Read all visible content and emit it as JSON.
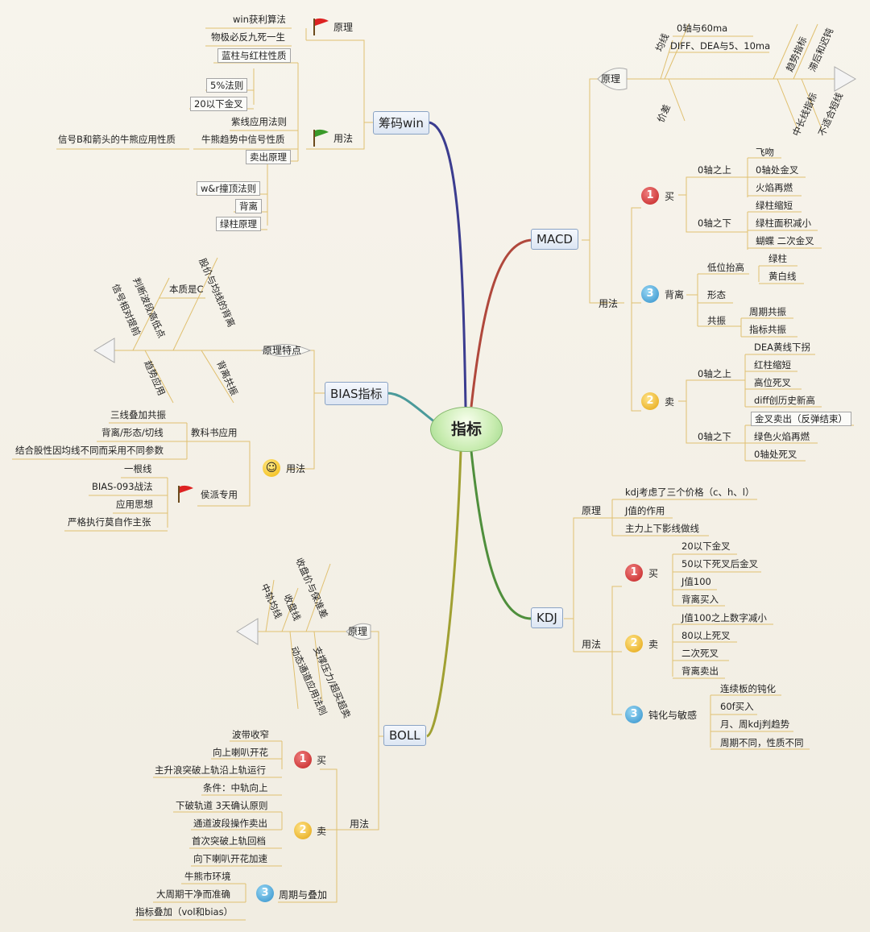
{
  "center": "指标",
  "branches": {
    "chouma": "筹码win",
    "bias": "BIAS指标",
    "boll": "BOLL",
    "macd": "MACD",
    "kdj": "KDJ"
  },
  "chouma": {
    "yuanli": "原理",
    "yuanli_items": [
      "win获利算法",
      "物极必反九死一生"
    ],
    "yongfa": "用法",
    "lanzhu": "蓝柱与红柱性质",
    "rule5": "5%法则",
    "rule20": "20以下金叉",
    "zixian": "紫线应用法则",
    "niuxiong": "牛熊趋势中信号性质",
    "signal_b": "信号B和箭头的牛熊应用性质",
    "maichu": "卖出原理",
    "maichu_items": [
      "w&r撞顶法则",
      "背离",
      "绿柱原理"
    ]
  },
  "bias": {
    "yuanli_tedian": "原理特点",
    "fishbone": [
      "本质是C",
      "股价与均线的背离",
      "判断波段高低点",
      "信号相对提前",
      "趋势应用",
      "背离共振"
    ],
    "yongfa": "用法",
    "jiaokeshu": "教科书应用",
    "jiaokeshu_items": [
      "三线叠加共振",
      "背离/形态/切线",
      "结合股性因均线不同而采用不同参数"
    ],
    "houpai": "侯派专用",
    "houpai_items": [
      "一根线",
      "BIAS-093战法",
      "应用思想",
      "严格执行莫自作主张"
    ]
  },
  "boll": {
    "yuanli": "原理",
    "fishbone": [
      "收盘价与保准差",
      "收盘线",
      "中轨均线",
      "支撑压力/超买超卖",
      "动态通道应用法则"
    ],
    "yongfa": "用法",
    "mai": "买",
    "mai_items": [
      "波带收窄",
      "向上喇叭开花",
      "主升浪突破上轨沿上轨运行",
      "条件：中轨向上"
    ],
    "mai2": "卖",
    "mai2_items": [
      "下破轨道 3天确认原则",
      "通道波段操作卖出",
      "首次突破上轨回档",
      "向下喇叭开花加速"
    ],
    "zhouqi": "周期与叠加",
    "zhouqi_items": [
      "牛熊市环境",
      "大周期干净而准确",
      "指标叠加（vol和bias）"
    ]
  },
  "macd": {
    "yuanli": "原理",
    "junxian": "均线",
    "junxian_items": [
      "0轴与60ma",
      "DIFF、DEA与5、10ma"
    ],
    "fishbone_right": [
      "趋势指标",
      "滞后和迟钝",
      "中长线指标",
      "不适合短线"
    ],
    "jiacha": "价差",
    "yongfa": "用法",
    "mai": "买",
    "zhou_up": "0轴之上",
    "mai_up": [
      "飞吻",
      "0轴处金叉",
      "火焰再燃"
    ],
    "zhou_down": "0轴之下",
    "mai_down": [
      "绿柱缩短",
      "绿柱面积减小",
      "蝴蝶 二次金叉"
    ],
    "beili": "背离",
    "diwei": "低位抬高",
    "diwei_items": [
      "绿柱",
      "黄白线"
    ],
    "xingtai": "形态",
    "gongzhen": "共振",
    "gongzhen_items": [
      "周期共振",
      "指标共振"
    ],
    "maichu": "卖",
    "sell_up": [
      "DEA黄线下拐",
      "红柱缩短",
      "高位死叉",
      "diff创历史新高"
    ],
    "sell_down": [
      "金叉卖出（反弹结束）",
      "绿色火焰再燃",
      "0轴处死叉"
    ]
  },
  "kdj": {
    "yuanli": "原理",
    "yuanli_items": [
      "kdj考虑了三个价格（c、h、l）",
      "J值的作用",
      "主力上下影线做线"
    ],
    "yongfa": "用法",
    "mai": "买",
    "mai_items": [
      "20以下金叉",
      "50以下死叉后金叉",
      "J值100",
      "背离买入"
    ],
    "maichu": "卖",
    "sell_items": [
      "J值100之上数字减小",
      "80以上死叉",
      "二次死叉",
      "背离卖出"
    ],
    "dunhua": "钝化与敏感",
    "dunhua_items": [
      "连续板的钝化",
      "60f买入",
      "月、周kdj判趋势",
      "周期不同，性质不同"
    ]
  },
  "colors": {
    "chouma_link": "#3b3c8f",
    "bias_link": "#4a9a9a",
    "boll_link": "#a0a032",
    "macd_link": "#b0483c",
    "kdj_link": "#4f8f3c",
    "sub_line": "#e0c070"
  }
}
